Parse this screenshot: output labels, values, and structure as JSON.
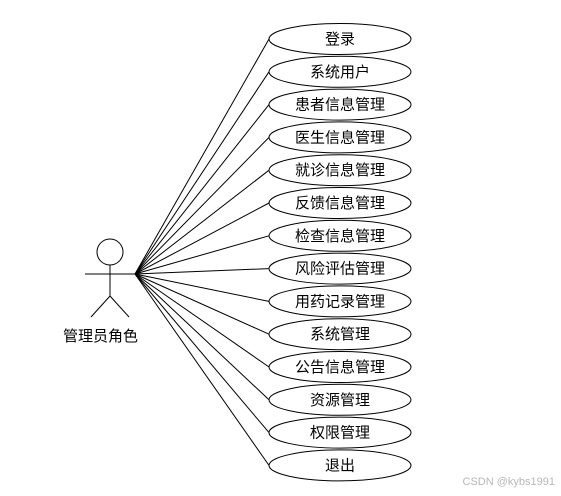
{
  "actor": {
    "label": "管理员角色"
  },
  "use_cases": [
    {
      "label": "登录"
    },
    {
      "label": "系统用户"
    },
    {
      "label": "患者信息管理"
    },
    {
      "label": "医生信息管理"
    },
    {
      "label": "就诊信息管理"
    },
    {
      "label": "反馈信息管理"
    },
    {
      "label": "检查信息管理"
    },
    {
      "label": "风险评估管理"
    },
    {
      "label": "用药记录管理"
    },
    {
      "label": "系统管理"
    },
    {
      "label": "公告信息管理"
    },
    {
      "label": "资源管理"
    },
    {
      "label": "权限管理"
    },
    {
      "label": "退出"
    }
  ],
  "watermark": "CSDN @kybs1991"
}
